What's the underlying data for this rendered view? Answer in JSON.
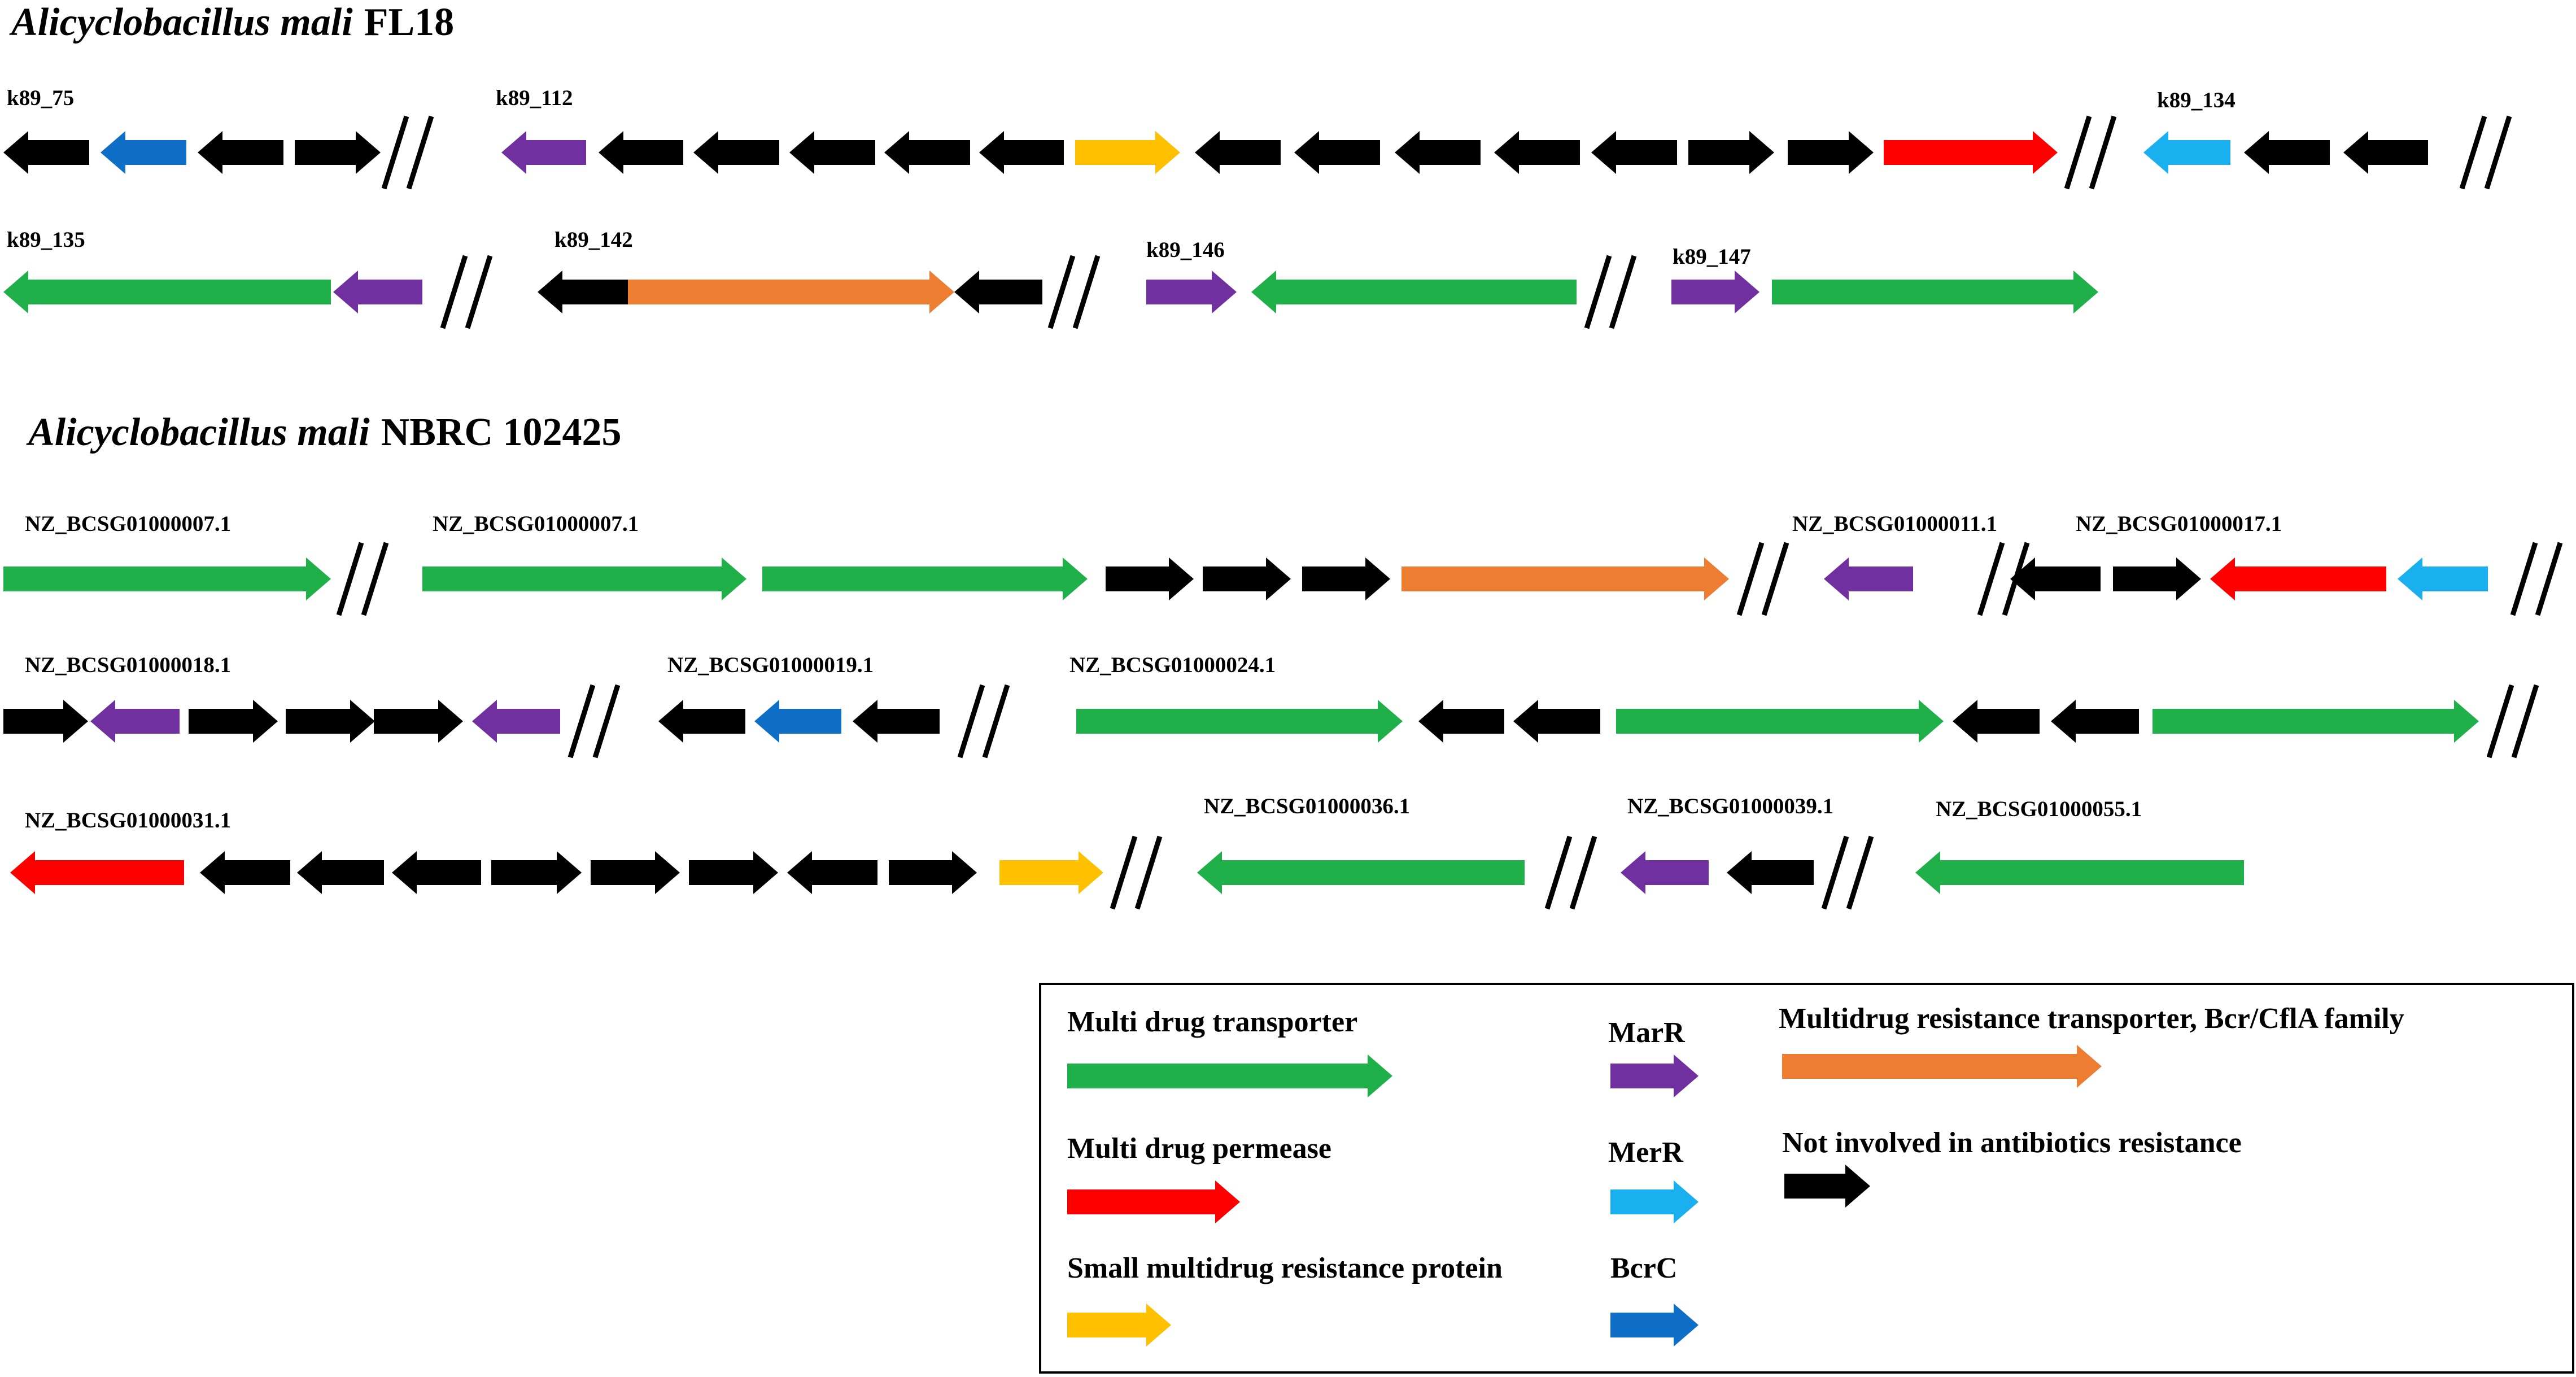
{
  "colors": {
    "multidrug_transporter": "#1fb04a",
    "multidrug_permease": "#ff0000",
    "small_mdr_protein": "#ffc000",
    "marr": "#7030a0",
    "merr": "#1ab0f0",
    "bcrc": "#0f6fc6",
    "bcr_cfla": "#ed7d31",
    "not_involved": "#000000"
  },
  "sections": [
    {
      "italic": "Alicyclobacillus  mali",
      "suffix": "FL18"
    },
    {
      "italic": "Alicyclobacillus  mali",
      "suffix": "NBRC 102425"
    }
  ],
  "contig_labels": [
    "k89_75",
    "k89_112",
    "k89_134",
    "k89_135",
    "k89_142",
    "k89_146",
    "k89_147",
    "NZ_BCSG01000007.1",
    "NZ_BCSG01000007.1",
    "NZ_BCSG01000011.1",
    "NZ_BCSG01000017.1",
    "NZ_BCSG01000018.1",
    "NZ_BCSG01000019.1",
    "NZ_BCSG01000024.1",
    "NZ_BCSG01000031.1",
    "NZ_BCSG01000036.1",
    "NZ_BCSG01000039.1",
    "NZ_BCSG01000055.1"
  ],
  "legend": [
    {
      "key": "multidrug_transporter",
      "label": "Multi drug transporter"
    },
    {
      "key": "multidrug_permease",
      "label": "Multi drug permease"
    },
    {
      "key": "small_mdr_protein",
      "label": "Small multidrug resistance protein"
    },
    {
      "key": "marr",
      "label": "MarR"
    },
    {
      "key": "merr",
      "label": "MerR"
    },
    {
      "key": "bcrc",
      "label": "BcrC"
    },
    {
      "key": "bcr_cfla",
      "label": "Multidrug resistance transporter, Bcr/CflA family"
    },
    {
      "key": "not_involved",
      "label": "Not involved in antibiotics resistance"
    }
  ],
  "rows": [
    [
      [
        "not_involved",
        "L"
      ],
      [
        "bcrc",
        "L"
      ],
      [
        "not_involved",
        "L"
      ],
      [
        "not_involved",
        "R"
      ],
      [
        "break"
      ],
      [
        "marr",
        "L"
      ],
      [
        "not_involved",
        "L"
      ],
      [
        "not_involved",
        "L"
      ],
      [
        "not_involved",
        "L"
      ],
      [
        "not_involved",
        "L"
      ],
      [
        "not_involved",
        "L"
      ],
      [
        "small_mdr_protein",
        "R"
      ],
      [
        "not_involved",
        "L"
      ],
      [
        "not_involved",
        "L"
      ],
      [
        "not_involved",
        "L"
      ],
      [
        "not_involved",
        "L"
      ],
      [
        "not_involved",
        "L"
      ],
      [
        "not_involved",
        "R"
      ],
      [
        "not_involved",
        "R"
      ],
      [
        "multidrug_permease",
        "R"
      ],
      [
        "break"
      ],
      [
        "merr",
        "L"
      ],
      [
        "not_involved",
        "L"
      ],
      [
        "not_involved",
        "L"
      ],
      [
        "break"
      ]
    ],
    [
      [
        "multidrug_transporter",
        "L"
      ],
      [
        "marr",
        "L"
      ],
      [
        "break"
      ],
      [
        "not_involved",
        "L"
      ],
      [
        "bcr_cfla",
        "R"
      ],
      [
        "not_involved",
        "L"
      ],
      [
        "break"
      ],
      [
        "marr",
        "R"
      ],
      [
        "multidrug_transporter",
        "L"
      ],
      [
        "break"
      ],
      [
        "marr",
        "R"
      ],
      [
        "multidrug_transporter",
        "R"
      ]
    ],
    [
      [
        "multidrug_transporter",
        "R"
      ],
      [
        "break"
      ],
      [
        "multidrug_transporter",
        "R"
      ],
      [
        "multidrug_transporter",
        "R"
      ],
      [
        "not_involved",
        "R"
      ],
      [
        "not_involved",
        "R"
      ],
      [
        "not_involved",
        "R"
      ],
      [
        "bcr_cfla",
        "R"
      ],
      [
        "break"
      ],
      [
        "marr",
        "L"
      ],
      [
        "break"
      ],
      [
        "not_involved",
        "L"
      ],
      [
        "not_involved",
        "R"
      ],
      [
        "multidrug_permease",
        "L"
      ],
      [
        "merr",
        "L"
      ],
      [
        "break"
      ]
    ],
    [
      [
        "not_involved",
        "R"
      ],
      [
        "marr",
        "L"
      ],
      [
        "not_involved",
        "R"
      ],
      [
        "not_involved",
        "R"
      ],
      [
        "not_involved",
        "R"
      ],
      [
        "marr",
        "L"
      ],
      [
        "break"
      ],
      [
        "not_involved",
        "L"
      ],
      [
        "bcrc",
        "L"
      ],
      [
        "not_involved",
        "L"
      ],
      [
        "break"
      ],
      [
        "multidrug_transporter",
        "R"
      ],
      [
        "not_involved",
        "L"
      ],
      [
        "not_involved",
        "L"
      ],
      [
        "multidrug_transporter",
        "R"
      ],
      [
        "not_involved",
        "L"
      ],
      [
        "not_involved",
        "L"
      ],
      [
        "multidrug_transporter",
        "R"
      ],
      [
        "break"
      ]
    ],
    [
      [
        "multidrug_permease",
        "L"
      ],
      [
        "not_involved",
        "L"
      ],
      [
        "not_involved",
        "L"
      ],
      [
        "not_involved",
        "L"
      ],
      [
        "not_involved",
        "R"
      ],
      [
        "not_involved",
        "R"
      ],
      [
        "not_involved",
        "R"
      ],
      [
        "not_involved",
        "L"
      ],
      [
        "not_involved",
        "R"
      ],
      [
        "small_mdr_protein",
        "R"
      ],
      [
        "break"
      ],
      [
        "multidrug_transporter",
        "L"
      ],
      [
        "break"
      ],
      [
        "marr",
        "L"
      ],
      [
        "not_involved",
        "L"
      ],
      [
        "break"
      ],
      [
        "multidrug_transporter",
        "L"
      ]
    ]
  ]
}
